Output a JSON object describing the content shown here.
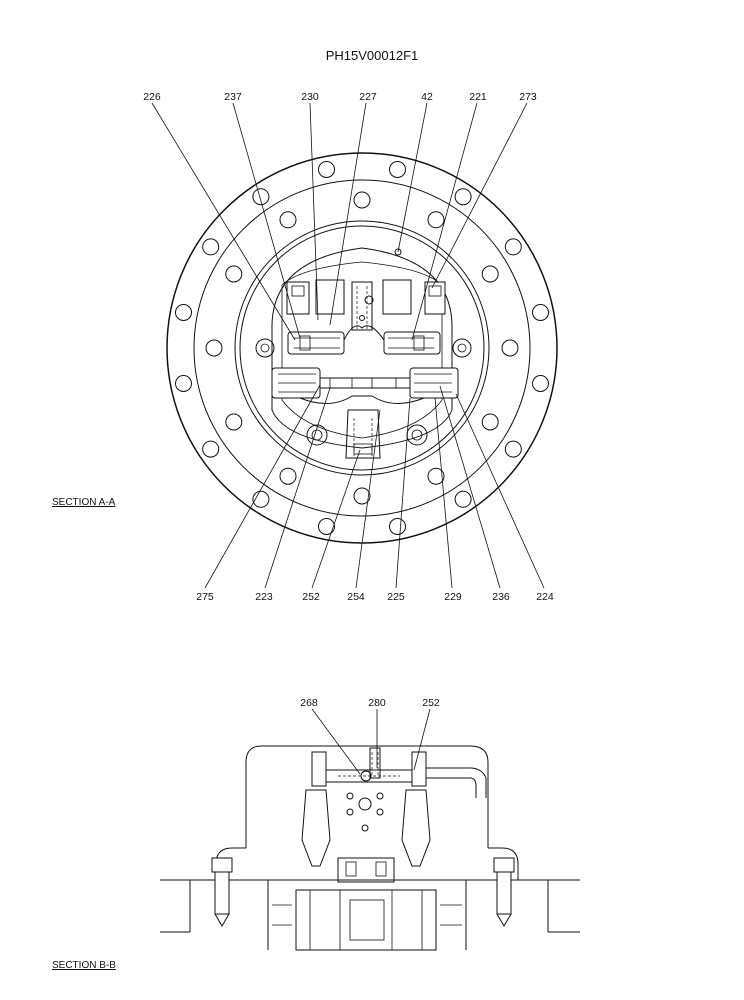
{
  "drawing_id": "PH15V00012F1",
  "section_a": {
    "caption": "SECTION  A-A",
    "top_labels": [
      "226",
      "237",
      "230",
      "227",
      "42",
      "221",
      "273"
    ],
    "bottom_labels": [
      "275",
      "223",
      "252",
      "254",
      "225",
      "229",
      "236",
      "224"
    ]
  },
  "section_b": {
    "caption": "SECTION  B-B",
    "labels": [
      "268",
      "280",
      "252"
    ]
  }
}
